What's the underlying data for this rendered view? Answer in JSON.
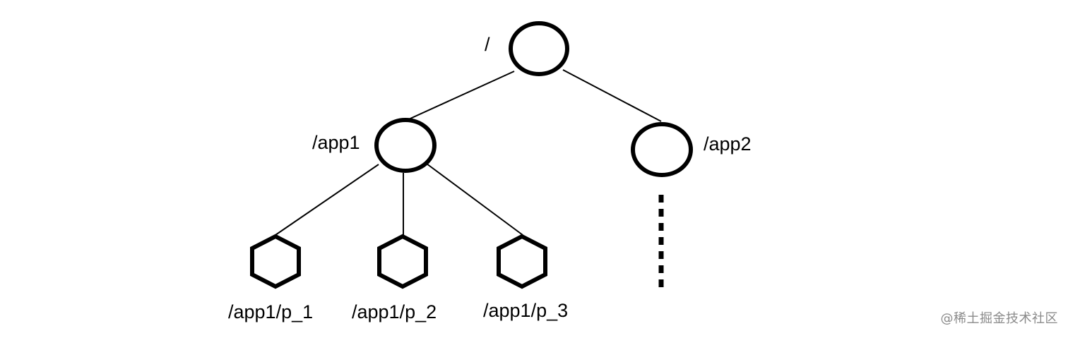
{
  "diagram": {
    "nodes": {
      "root": {
        "label": "/"
      },
      "app1": {
        "label": "/app1"
      },
      "app2": {
        "label": "/app2"
      },
      "p1": {
        "label": "/app1/p_1"
      },
      "p2": {
        "label": "/app1/p_2"
      },
      "p3": {
        "label": "/app1/p_3"
      }
    }
  },
  "watermark": {
    "text": "@稀土掘金技术社区"
  },
  "colors": {
    "stroke": "#000000",
    "background": "#ffffff",
    "watermark": "#8a8a8a"
  }
}
